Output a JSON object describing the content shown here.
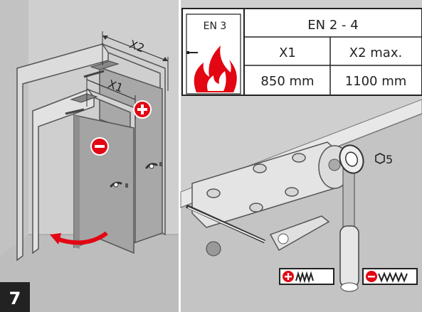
{
  "step": {
    "number": "7"
  },
  "door_labels": {
    "x1": "X1",
    "x2": "X2"
  },
  "table": {
    "class_label": "EN 3",
    "range_header": "EN 2 - 4",
    "col_headers": [
      "X1",
      "X2 max."
    ],
    "values": [
      "850 mm",
      "1100 mm"
    ]
  },
  "tool": {
    "size_label": "5"
  },
  "colors": {
    "accent_red": "#e30613",
    "panel_gray": "#cfcfcf",
    "door_gray": "#a8a8a8",
    "dark_badge": "#222222"
  },
  "icons": [
    "plus-icon",
    "minus-icon",
    "fire-icon",
    "hex-icon",
    "rotate-arrow-icon",
    "spring-weak-icon",
    "spring-strong-icon"
  ]
}
